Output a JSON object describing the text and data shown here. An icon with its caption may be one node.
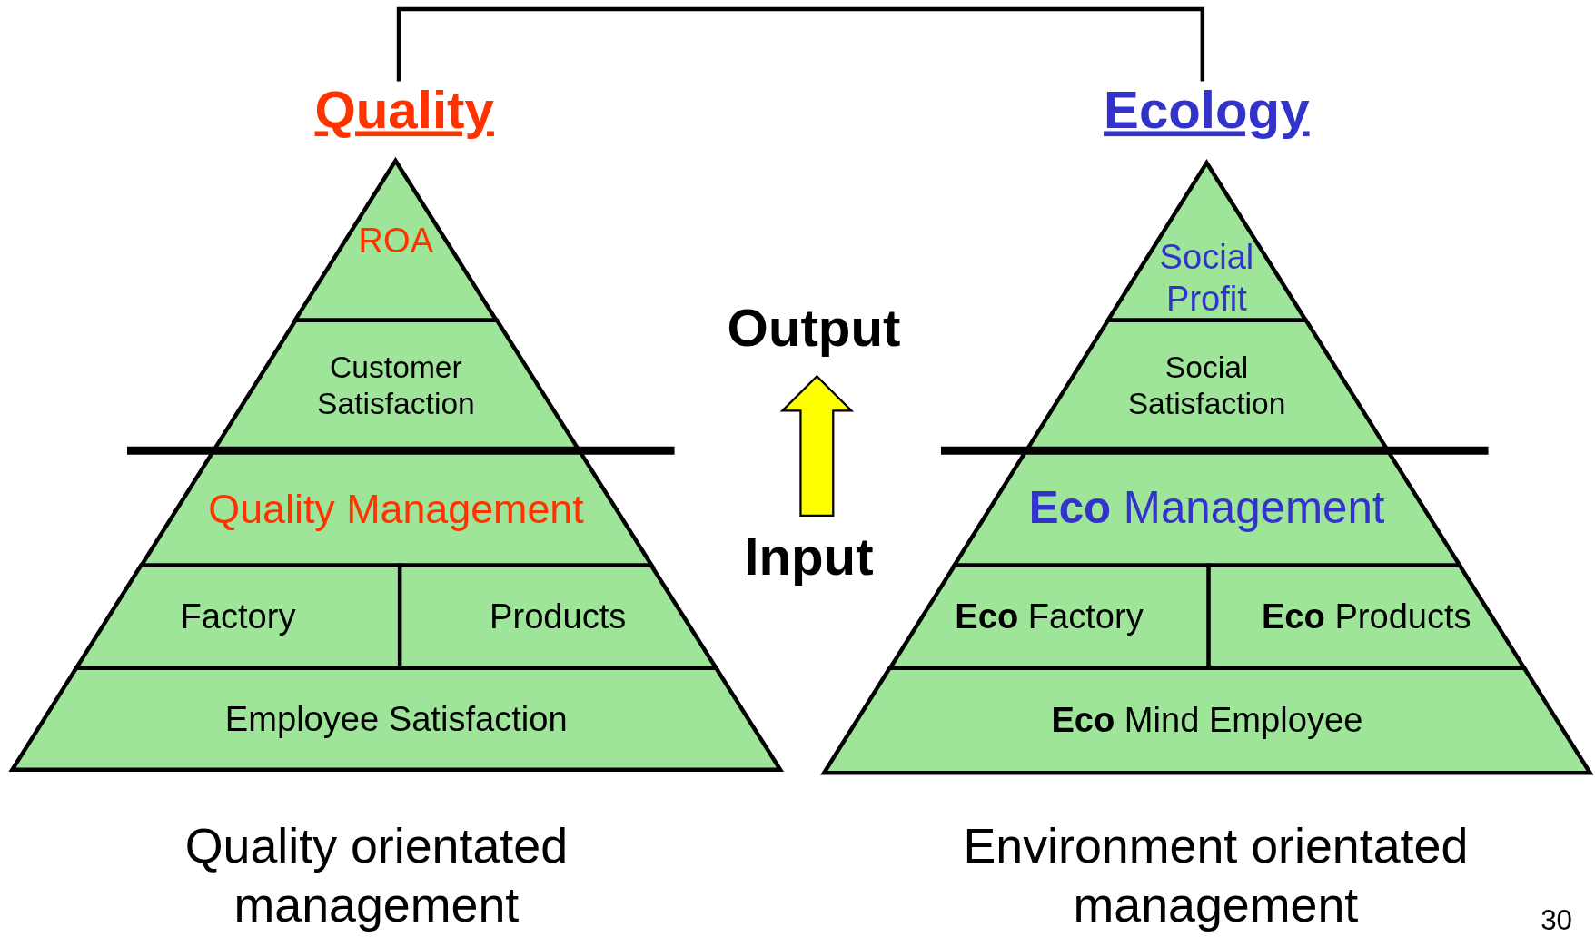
{
  "diagram": {
    "nodes": [
      {
        "text": [
          "Quality"
        ],
        "beside": [
          "Quality orientated management"
        ]
      },
      {
        "text": [
          "ROA"
        ],
        "in": 0
      },
      {
        "text": [
          "Customer Satisfaction"
        ],
        "in": 0
      },
      {
        "text": [
          "Quality Management"
        ],
        "in": 0
      },
      {
        "text": [
          "Factory"
        ],
        "in": 0
      },
      {
        "text": [
          "Products"
        ],
        "in": 0
      },
      {
        "text": [
          "Employee Satisfaction"
        ],
        "in": 0
      },
      {
        "text": [
          "Ecology"
        ],
        "beside": [
          "Environment orientated management"
        ]
      },
      {
        "text": [
          "Social Profit"
        ],
        "in": 7
      },
      {
        "text": [
          "Social Satisfaction"
        ],
        "in": 7
      },
      {
        "text": [
          "**Eco** Management"
        ],
        "in": 7
      },
      {
        "text": [
          "**Eco** Factory"
        ],
        "in": 7
      },
      {
        "text": [
          "**Eco** Products"
        ],
        "in": 7
      },
      {
        "text": [
          "**Eco** Mind Employee"
        ],
        "in": 7
      },
      {
        "text": [
          "Output"
        ]
      },
      {
        "text": [
          "Input"
        ]
      }
    ],
    "edges": [
      {
        "from": 0,
        "to": 7,
        "arrow": "none"
      },
      {
        "from": 15,
        "to": 14,
        "arrow": "to"
      }
    ],
    "labels": [
      "30"
    ]
  }
}
